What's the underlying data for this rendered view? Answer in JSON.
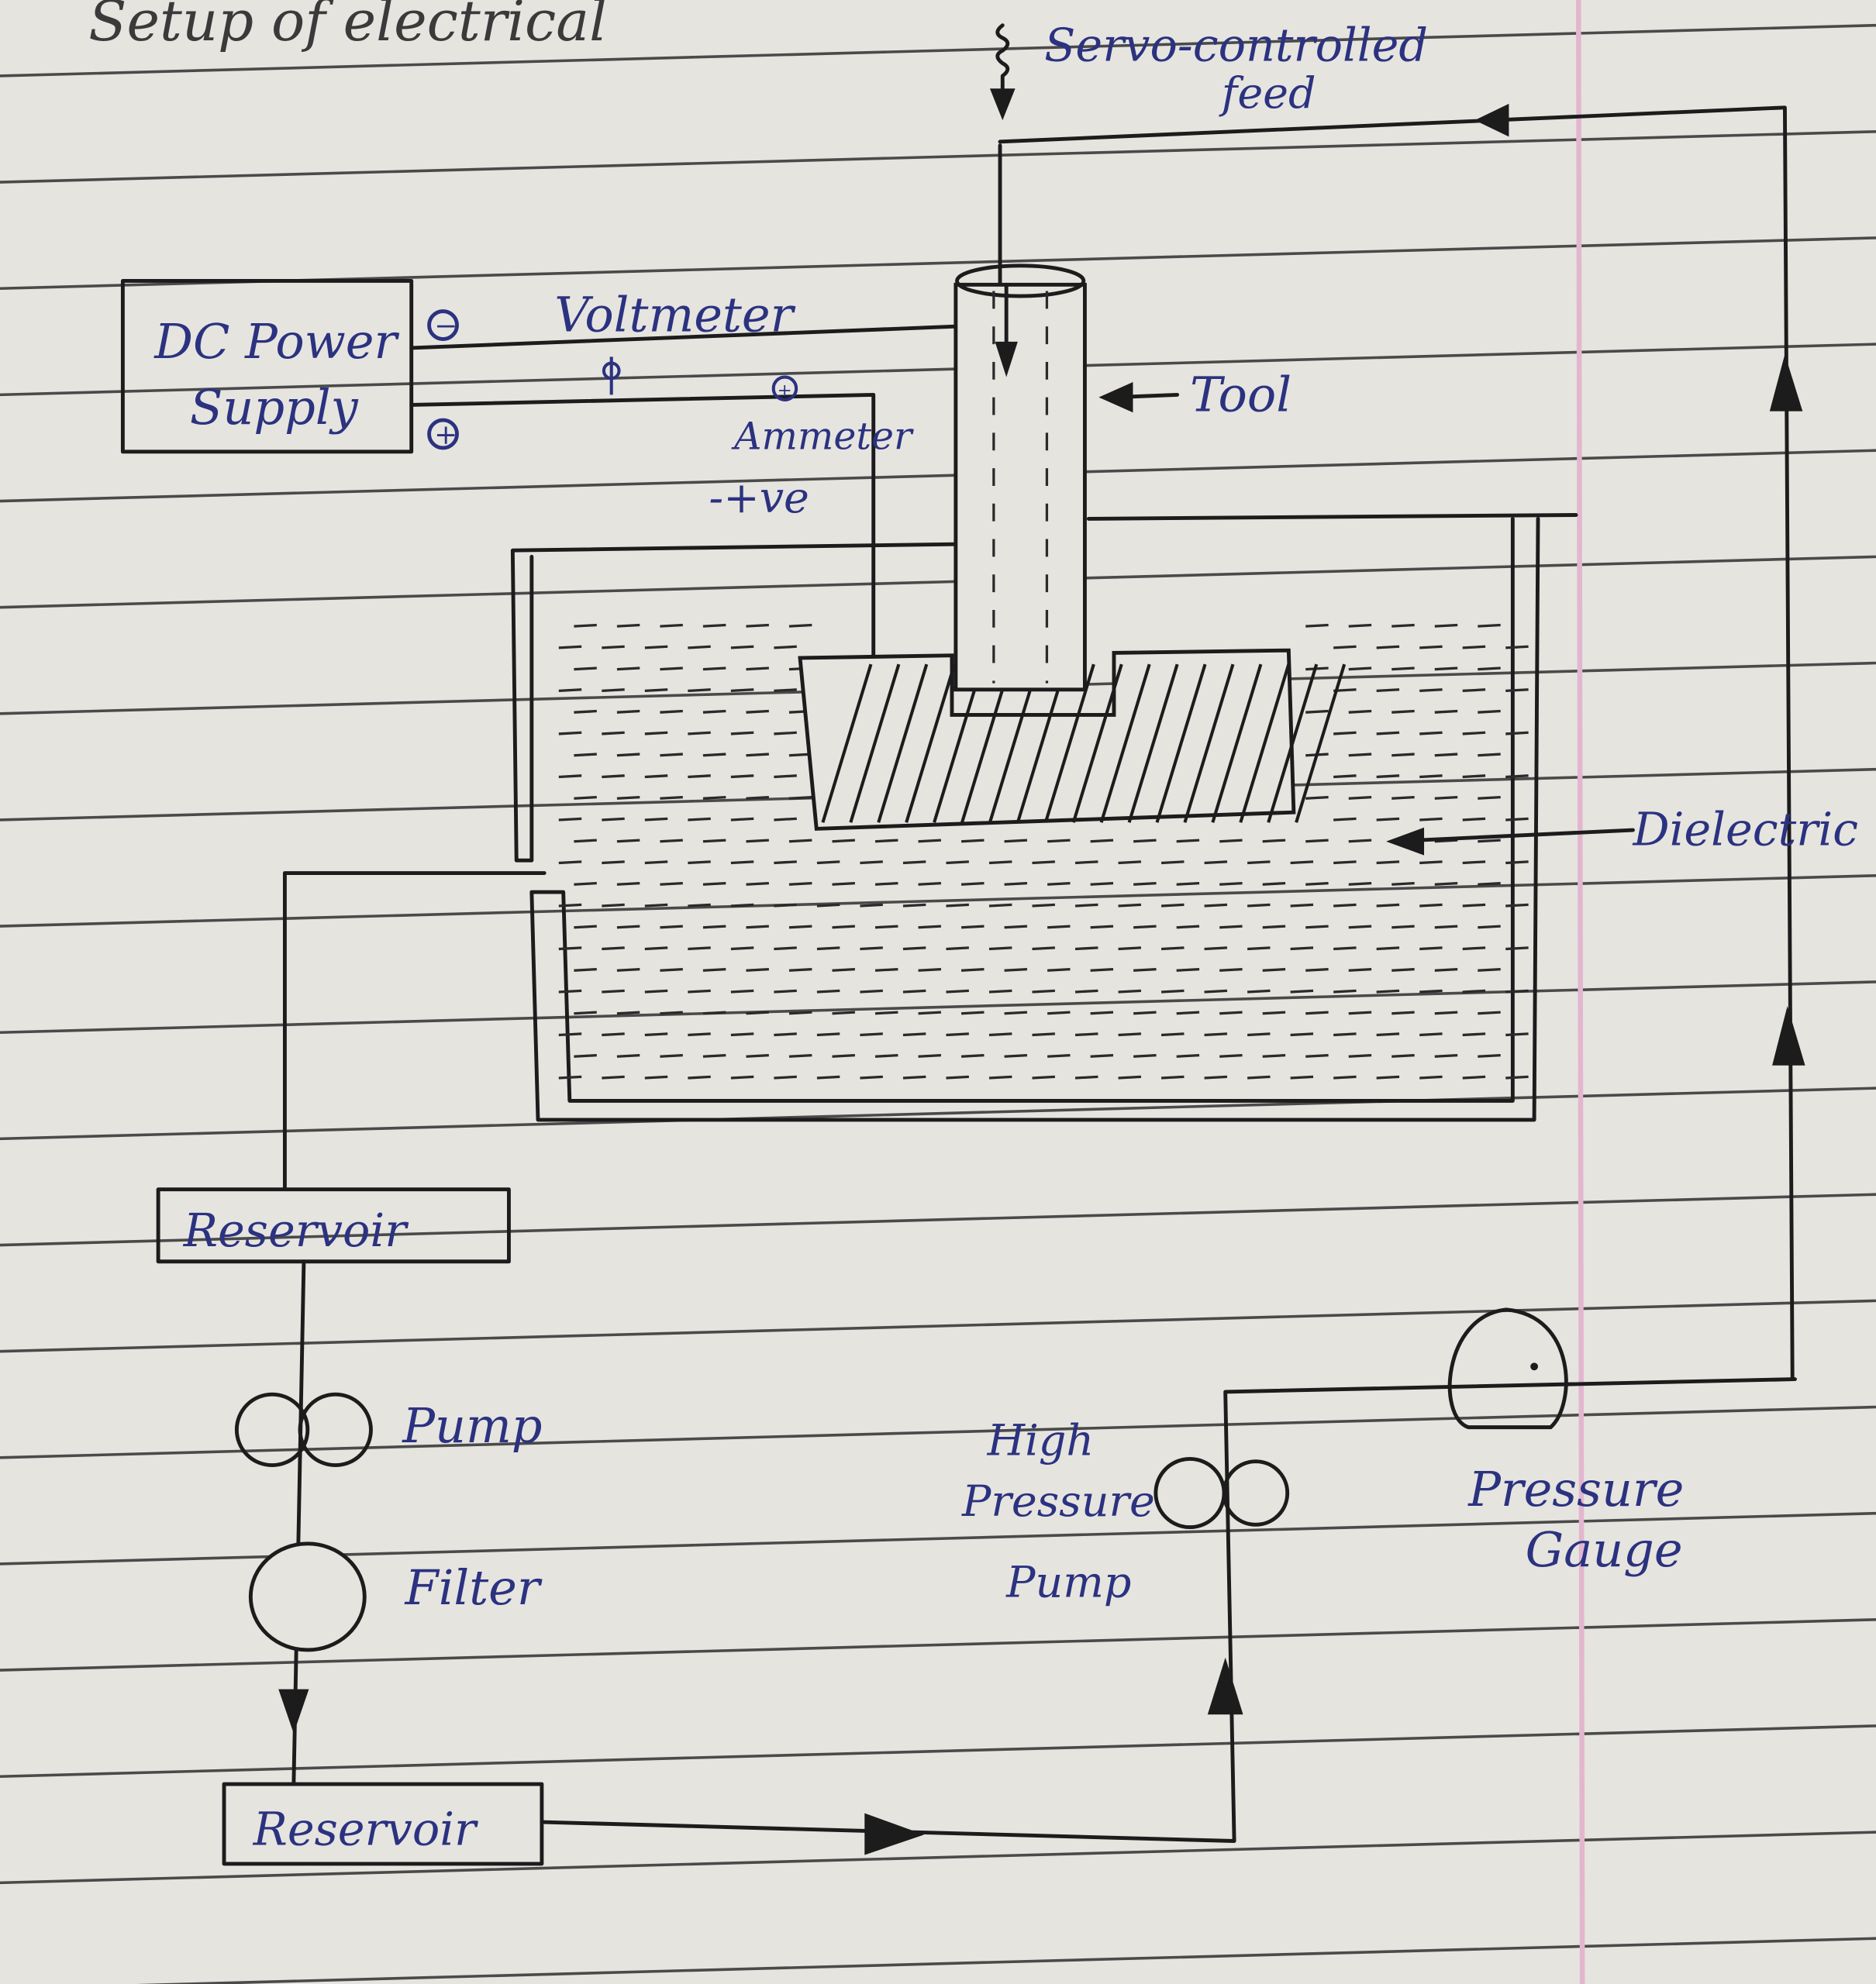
{
  "title": "Setup of electrical",
  "labels": {
    "servo_feed_line1": "Servo-controlled",
    "servo_feed_line2": "feed",
    "power_supply_line1": "DC Power",
    "power_supply_line2": "Supply",
    "negative_terminal": "−",
    "positive_terminal": "+",
    "voltmeter": "Voltmeter",
    "ammeter": "Ammeter",
    "ammeter_terminal": "+",
    "workpiece_polarity": "-+ve",
    "tool": "Tool",
    "dielectric": "Dielectric",
    "reservoir_top": "Reservoir",
    "pump": "Pump",
    "filter": "Filter",
    "reservoir_bottom": "Reservoir",
    "high_pressure_pump_line1": "High",
    "high_pressure_pump_line2": "Pressure",
    "high_pressure_pump_line3": "Pump",
    "pressure_gauge_line1": "Pressure",
    "pressure_gauge_line2": "Gauge"
  },
  "colors": {
    "paper": "#e6e4df",
    "ink": "#1c1c1c",
    "pen": "#2b3280",
    "margin": "#e3b6cf"
  }
}
